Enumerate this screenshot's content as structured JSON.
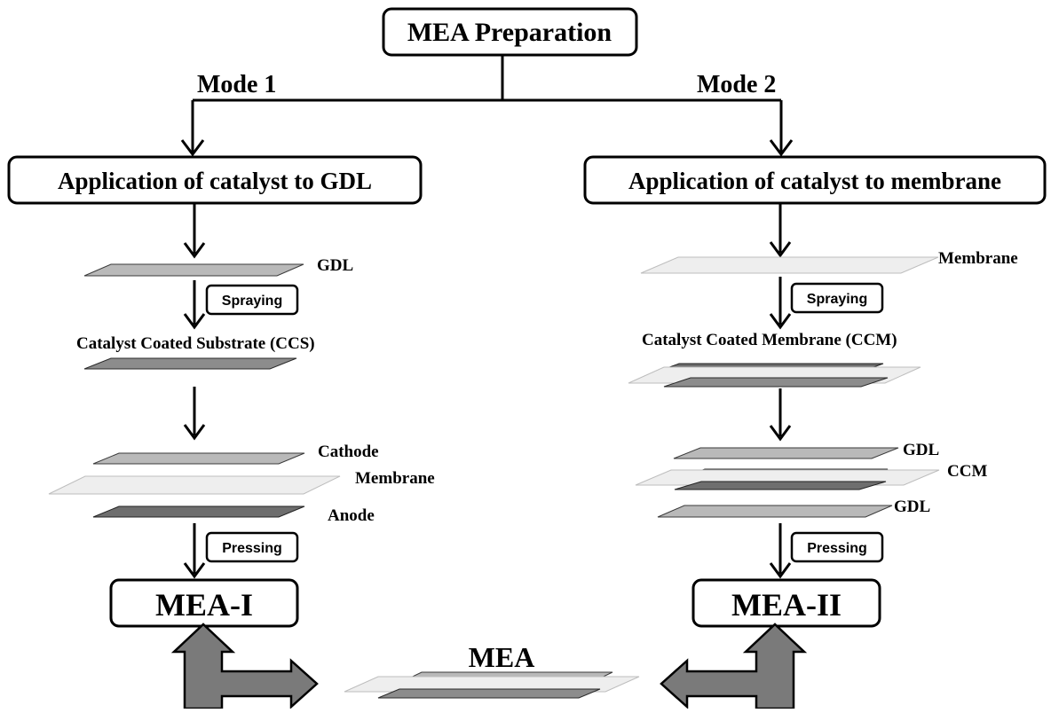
{
  "title": "MEA Preparation",
  "modes": {
    "mode1": "Mode 1",
    "mode2": "Mode 2"
  },
  "left": {
    "application": "Application of catalyst to GDL",
    "gdl_label": "GDL",
    "spraying": "Spraying",
    "ccs_label": "Catalyst Coated Substrate (CCS)",
    "cathode_label": "Cathode",
    "membrane_label": "Membrane",
    "anode_label": "Anode",
    "pressing": "Pressing",
    "result": "MEA-I"
  },
  "right": {
    "application": "Application of catalyst to membrane",
    "membrane_label": "Membrane",
    "spraying": "Spraying",
    "ccm_full_label": "Catalyst Coated Membrane (CCM)",
    "gdl_top_label": "GDL",
    "ccm_label": "CCM",
    "gdl_bottom_label": "GDL",
    "pressing": "Pressing",
    "result": "MEA-II"
  },
  "bottom": {
    "mea_label": "MEA"
  },
  "colors": {
    "membrane": "#eeeeee",
    "gdl": "#b9b9b9",
    "catalyst": "#8c8c8c",
    "big_arrow": "#7a7a7a"
  }
}
